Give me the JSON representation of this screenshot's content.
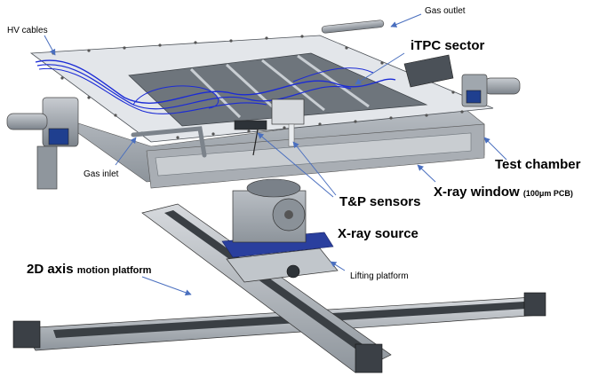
{
  "labels": {
    "gas_outlet": "Gas outlet",
    "hv_cables": "HV cables",
    "itpc_sector": "iTPC sector",
    "gas_inlet": "Gas inlet",
    "test_chamber": "Test chamber",
    "tp_sensors": "T&P sensors",
    "xray_window_main": "X-ray window",
    "xray_window_spec": "(100μm  PCB)",
    "xray_source": "X-ray source",
    "lifting_platform": "Lifting platform",
    "motion_platform_main": "2D axis",
    "motion_platform_rest": "motion platform"
  },
  "colors": {
    "arrow": "#4a6fbf",
    "frame": "#d9dde2",
    "steel": "#9aa1a8",
    "dark": "#2e3338",
    "cable": "#1b2bd6",
    "plate": "#2a3f9e"
  }
}
